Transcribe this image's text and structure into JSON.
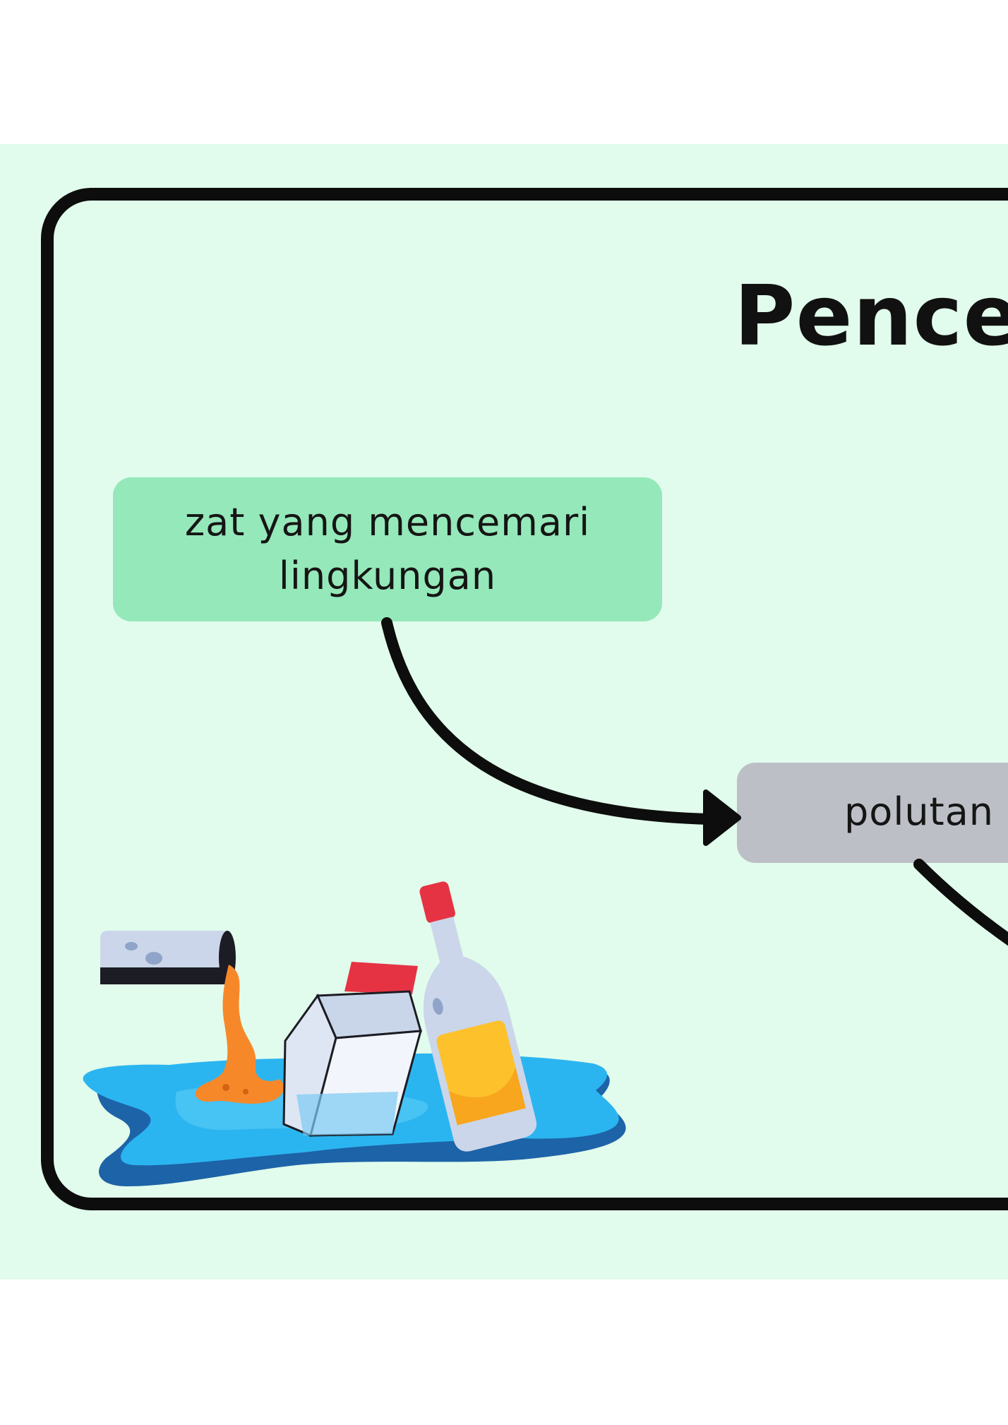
{
  "diagram": {
    "title": "Pencer",
    "node_definition": {
      "label_line1": "zat yang mencemari",
      "label_line2": "lingkungan"
    },
    "node_term": {
      "label": "polutan"
    }
  },
  "colors": {
    "background_band": "#e1fcec",
    "frame_border": "#0d0d0d",
    "node_definition_fill": "#95e8b9",
    "node_term_fill": "#bdbfc7",
    "water": "#2bb5f0",
    "water_dark": "#1d63a8"
  },
  "illustration": {
    "subject": "pollution-illustration",
    "elements": [
      "pipe-icon",
      "carton-icon",
      "bottle-icon",
      "spill-puddle"
    ]
  }
}
